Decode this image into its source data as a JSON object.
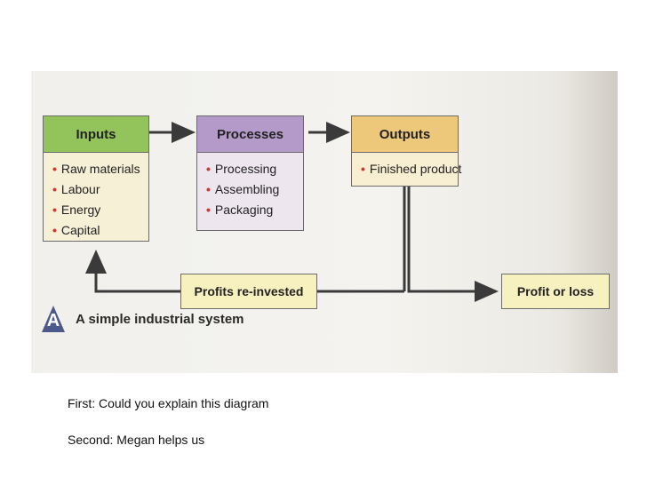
{
  "diagram": {
    "inputs": {
      "title": "Inputs",
      "items": [
        "Raw materials",
        "Labour",
        "Energy",
        "Capital"
      ]
    },
    "processes": {
      "title": "Processes",
      "items": [
        "Processing",
        "Assembling",
        "Packaging"
      ]
    },
    "outputs": {
      "title": "Outputs",
      "items": [
        "Finished product"
      ]
    },
    "profits_reinvested": "Profits re-invested",
    "profit_or_loss": "Profit or loss",
    "caption_letter": "A",
    "caption": "A simple industrial system",
    "bullet": "•"
  },
  "notes": {
    "first": "First: Could you explain this  diagram",
    "second": "Second: Megan  helps us"
  },
  "colors": {
    "inputs_header": "#93c35b",
    "processes_header": "#b49ac8",
    "outputs_header": "#edc77a",
    "inputs_body": "#f6f0d7",
    "processes_body": "#ede6ef",
    "outputs_body": "#f8efd2",
    "label_box": "#f7f0bf"
  }
}
